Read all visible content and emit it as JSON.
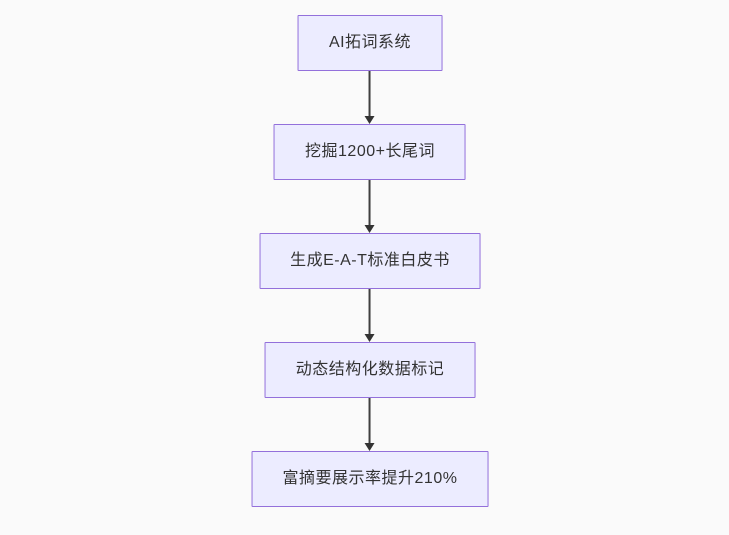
{
  "diagram": {
    "type": "flowchart",
    "direction": "top-down",
    "colors": {
      "background": "#fafafa",
      "node_fill": "#ECECFF",
      "node_border": "#9370DB",
      "node_text": "#333333",
      "arrow": "#333333"
    },
    "nodes": [
      {
        "id": "A",
        "label": "AI拓词系统"
      },
      {
        "id": "B",
        "label": "挖掘1200+长尾词"
      },
      {
        "id": "C",
        "label": "生成E-A-T标准白皮书"
      },
      {
        "id": "D",
        "label": "动态结构化数据标记"
      },
      {
        "id": "E",
        "label": "富摘要展示率提升210%"
      }
    ],
    "edges": [
      {
        "from": "A",
        "to": "B"
      },
      {
        "from": "B",
        "to": "C"
      },
      {
        "from": "C",
        "to": "D"
      },
      {
        "from": "D",
        "to": "E"
      }
    ]
  }
}
